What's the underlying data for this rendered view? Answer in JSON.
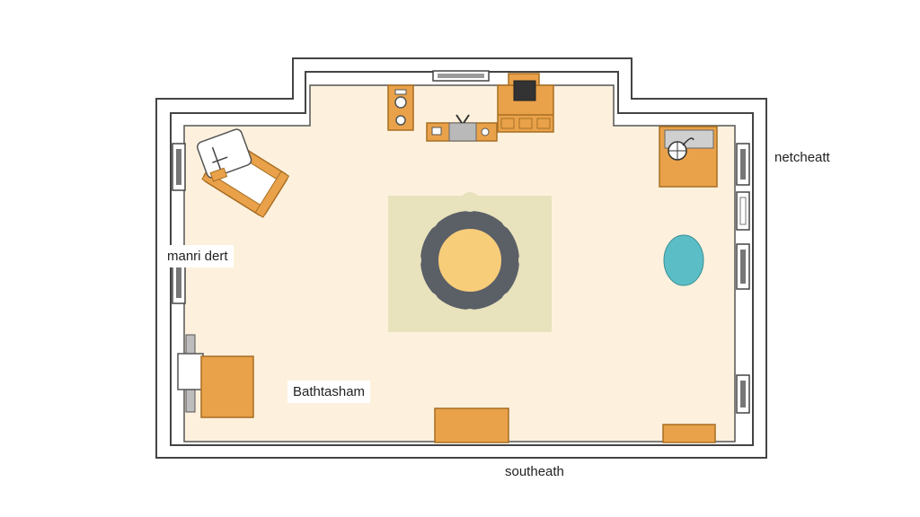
{
  "labels": {
    "west": "manri dert",
    "interior": "Bathtasham",
    "east": "netcheatt",
    "south": "southeath"
  },
  "colors": {
    "floor": "#fdf1de",
    "wall_stroke": "#444444",
    "wall_fill": "#ffffff",
    "furniture": "#e9a24a",
    "furniture_stroke": "#a86e22",
    "rug": "#e8e2bd",
    "table": "#f7cd7a",
    "chairs": "#5b5f66",
    "round_rug": "#5bbec6"
  },
  "icons": [
    "sofa-icon",
    "armchair-icon",
    "tv-stand-icon",
    "stove-icon",
    "sink-icon",
    "bed-icon",
    "dining-table-icon",
    "window-icon"
  ]
}
